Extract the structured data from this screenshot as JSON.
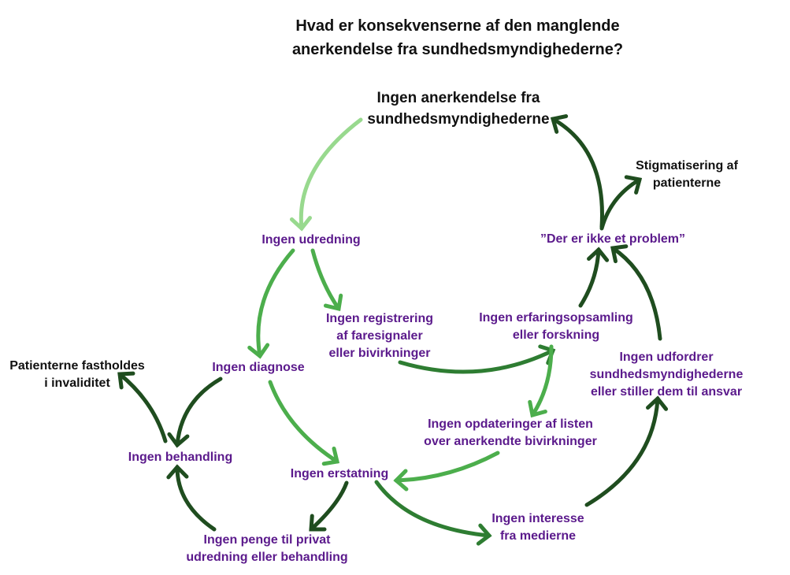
{
  "title": {
    "line1": "Hvad er konsekvenserne af den manglende",
    "line2": "anerkendelse fra sundhedsmyndighederne?"
  },
  "nodes": {
    "root": {
      "line1": "Ingen anerkendelse fra",
      "line2": "sundhedsmyndighederne"
    },
    "stigma": {
      "line1": "Stigmatisering af",
      "line2": "patienterne"
    },
    "problem": {
      "line1": "”Der er ikke et problem”"
    },
    "udredning": {
      "line1": "Ingen udredning"
    },
    "registrering": {
      "line1": "Ingen registrering",
      "line2": "af faresignaler",
      "line3": "eller bivirkninger"
    },
    "erfaring": {
      "line1": "Ingen erfaringsopsamling",
      "line2": "eller forskning"
    },
    "udfordrer": {
      "line1": "Ingen udfordrer",
      "line2": "sundhedsmyndighederne",
      "line3": "eller stiller dem til ansvar"
    },
    "fastholdes": {
      "line1": "Patienterne fastholdes",
      "line2": "i invaliditet"
    },
    "diagnose": {
      "line1": "Ingen diagnose"
    },
    "opdateringer": {
      "line1": "Ingen opdateringer af listen",
      "line2": "over anerkendte bivirkninger"
    },
    "behandling": {
      "line1": "Ingen behandling"
    },
    "erstatning": {
      "line1": "Ingen erstatning"
    },
    "penge": {
      "line1": "Ingen penge til privat",
      "line2": "udredning eller behandling"
    },
    "interesse": {
      "line1": "Ingen interesse",
      "line2": "fra medierne"
    }
  },
  "colors": {
    "node_text": "#5b1a8c",
    "heading_text": "#111111",
    "arrow_light": "#98d98e",
    "arrow_mid": "#4cae4c",
    "arrow_dark": "#2e7d32",
    "arrow_darkest": "#1f4d1f"
  }
}
